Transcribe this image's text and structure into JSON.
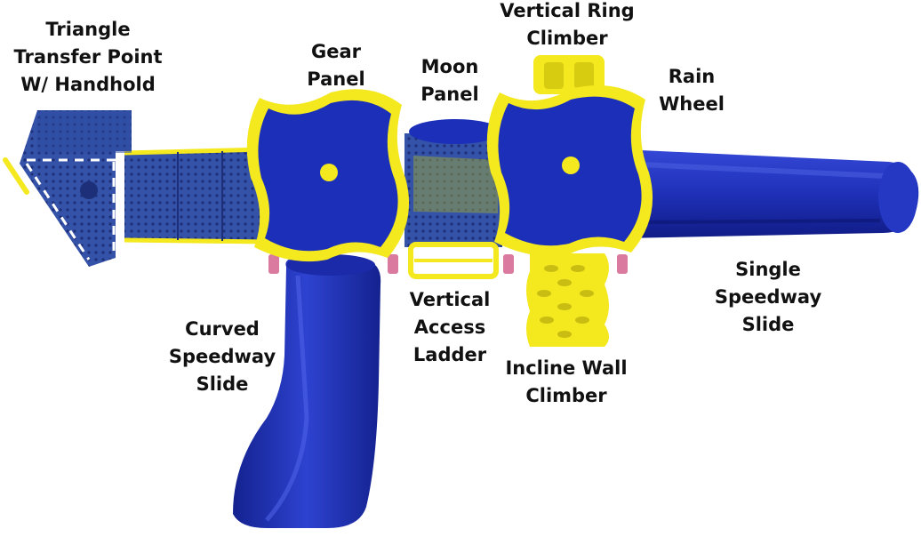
{
  "colors": {
    "structure_blue": "#1b2fb8",
    "structure_blue_dark": "#0d1a80",
    "trim_yellow": "#f4e81f",
    "mesh_blue": "#2b4aa0",
    "post_pink": "#d97a9e",
    "label_text": "#111111"
  },
  "labels": {
    "triangle_transfer": [
      "Triangle",
      "Transfer Point",
      "W/ Handhold"
    ],
    "gear_panel": [
      "Gear",
      "Panel"
    ],
    "moon_panel": [
      "Moon",
      "Panel"
    ],
    "vertical_ring": [
      "Vertical Ring",
      "Climber"
    ],
    "rain_wheel": [
      "Rain",
      "Wheel"
    ],
    "single_speedway": [
      "Single",
      "Speedway",
      "Slide"
    ],
    "curved_speedway": [
      "Curved",
      "Speedway",
      "Slide"
    ],
    "vertical_ladder": [
      "Vertical",
      "Access",
      "Ladder"
    ],
    "incline_wall": [
      "Incline Wall",
      "Climber"
    ]
  }
}
